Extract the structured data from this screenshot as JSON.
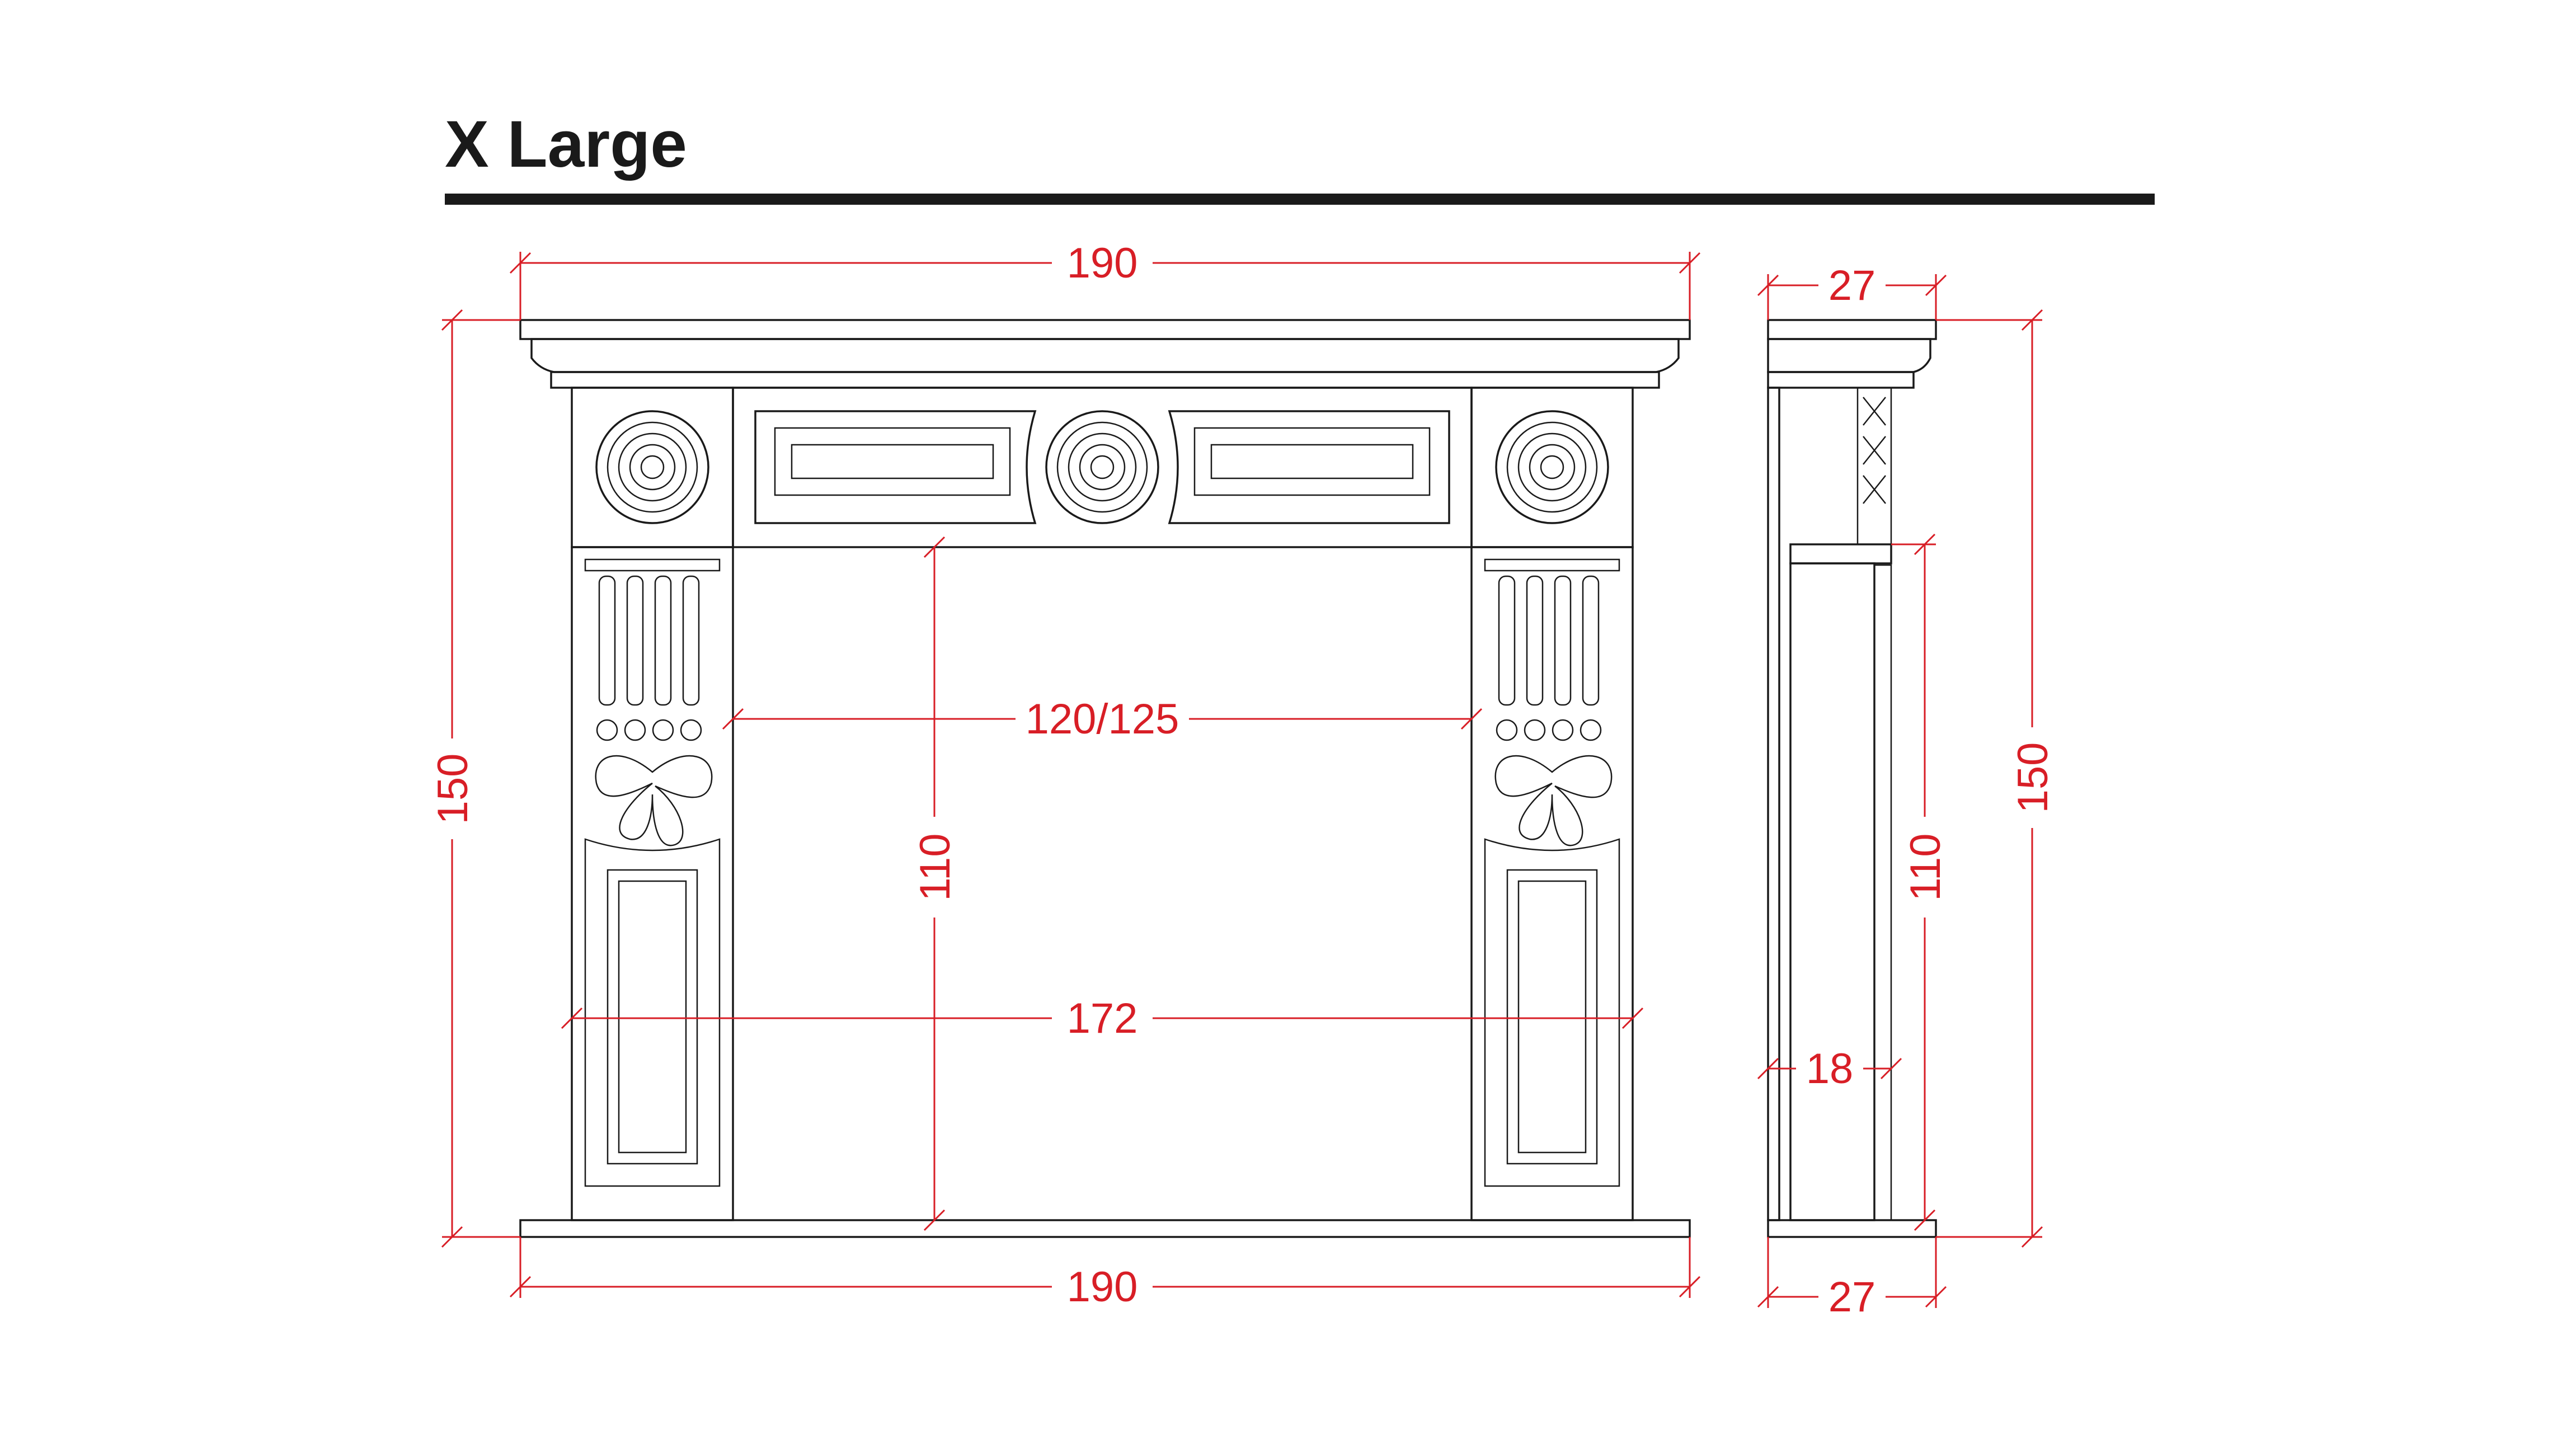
{
  "title": "X Large",
  "colors": {
    "drawing": "#1a1a1a",
    "dimension": "#d81e26",
    "background": "#ffffff"
  },
  "dimensions": {
    "front_top_width": "190",
    "front_bottom_width": "190",
    "front_height": "150",
    "opening_width": "120/125",
    "opening_height": "110",
    "leg_span": "172",
    "side_top_depth": "27",
    "side_bottom_depth": "27",
    "side_height": "150",
    "side_opening_height": "110",
    "side_leg_depth": "18"
  }
}
